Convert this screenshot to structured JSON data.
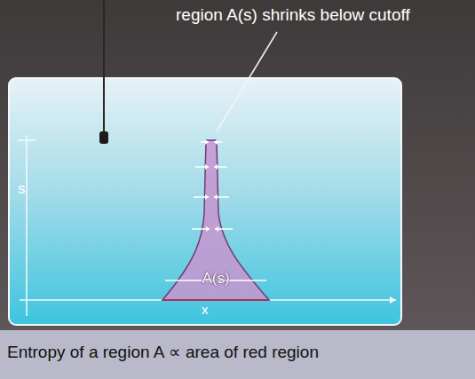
{
  "diagram": {
    "caption": "Entropy of a region A ∝ area of red region",
    "nodes": [
      {
        "text": [
          "A(s)"
        ]
      }
    ],
    "labels": [
      "region A(s) shrinks below cutoff",
      "s",
      "x"
    ]
  }
}
